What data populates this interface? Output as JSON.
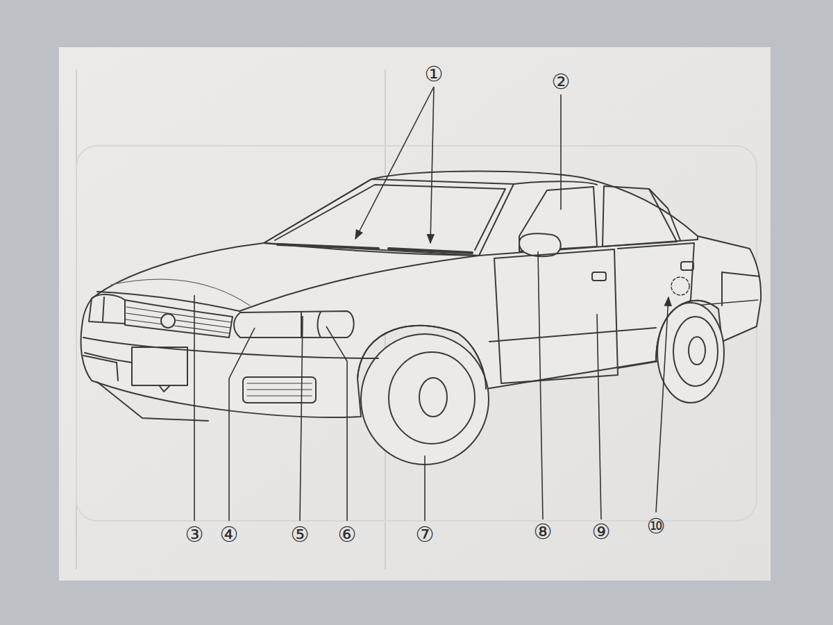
{
  "diagram": {
    "labels": [
      "①",
      "②",
      "③",
      "④",
      "⑤",
      "⑥",
      "⑦",
      "⑧",
      "⑨",
      "⑩"
    ]
  }
}
